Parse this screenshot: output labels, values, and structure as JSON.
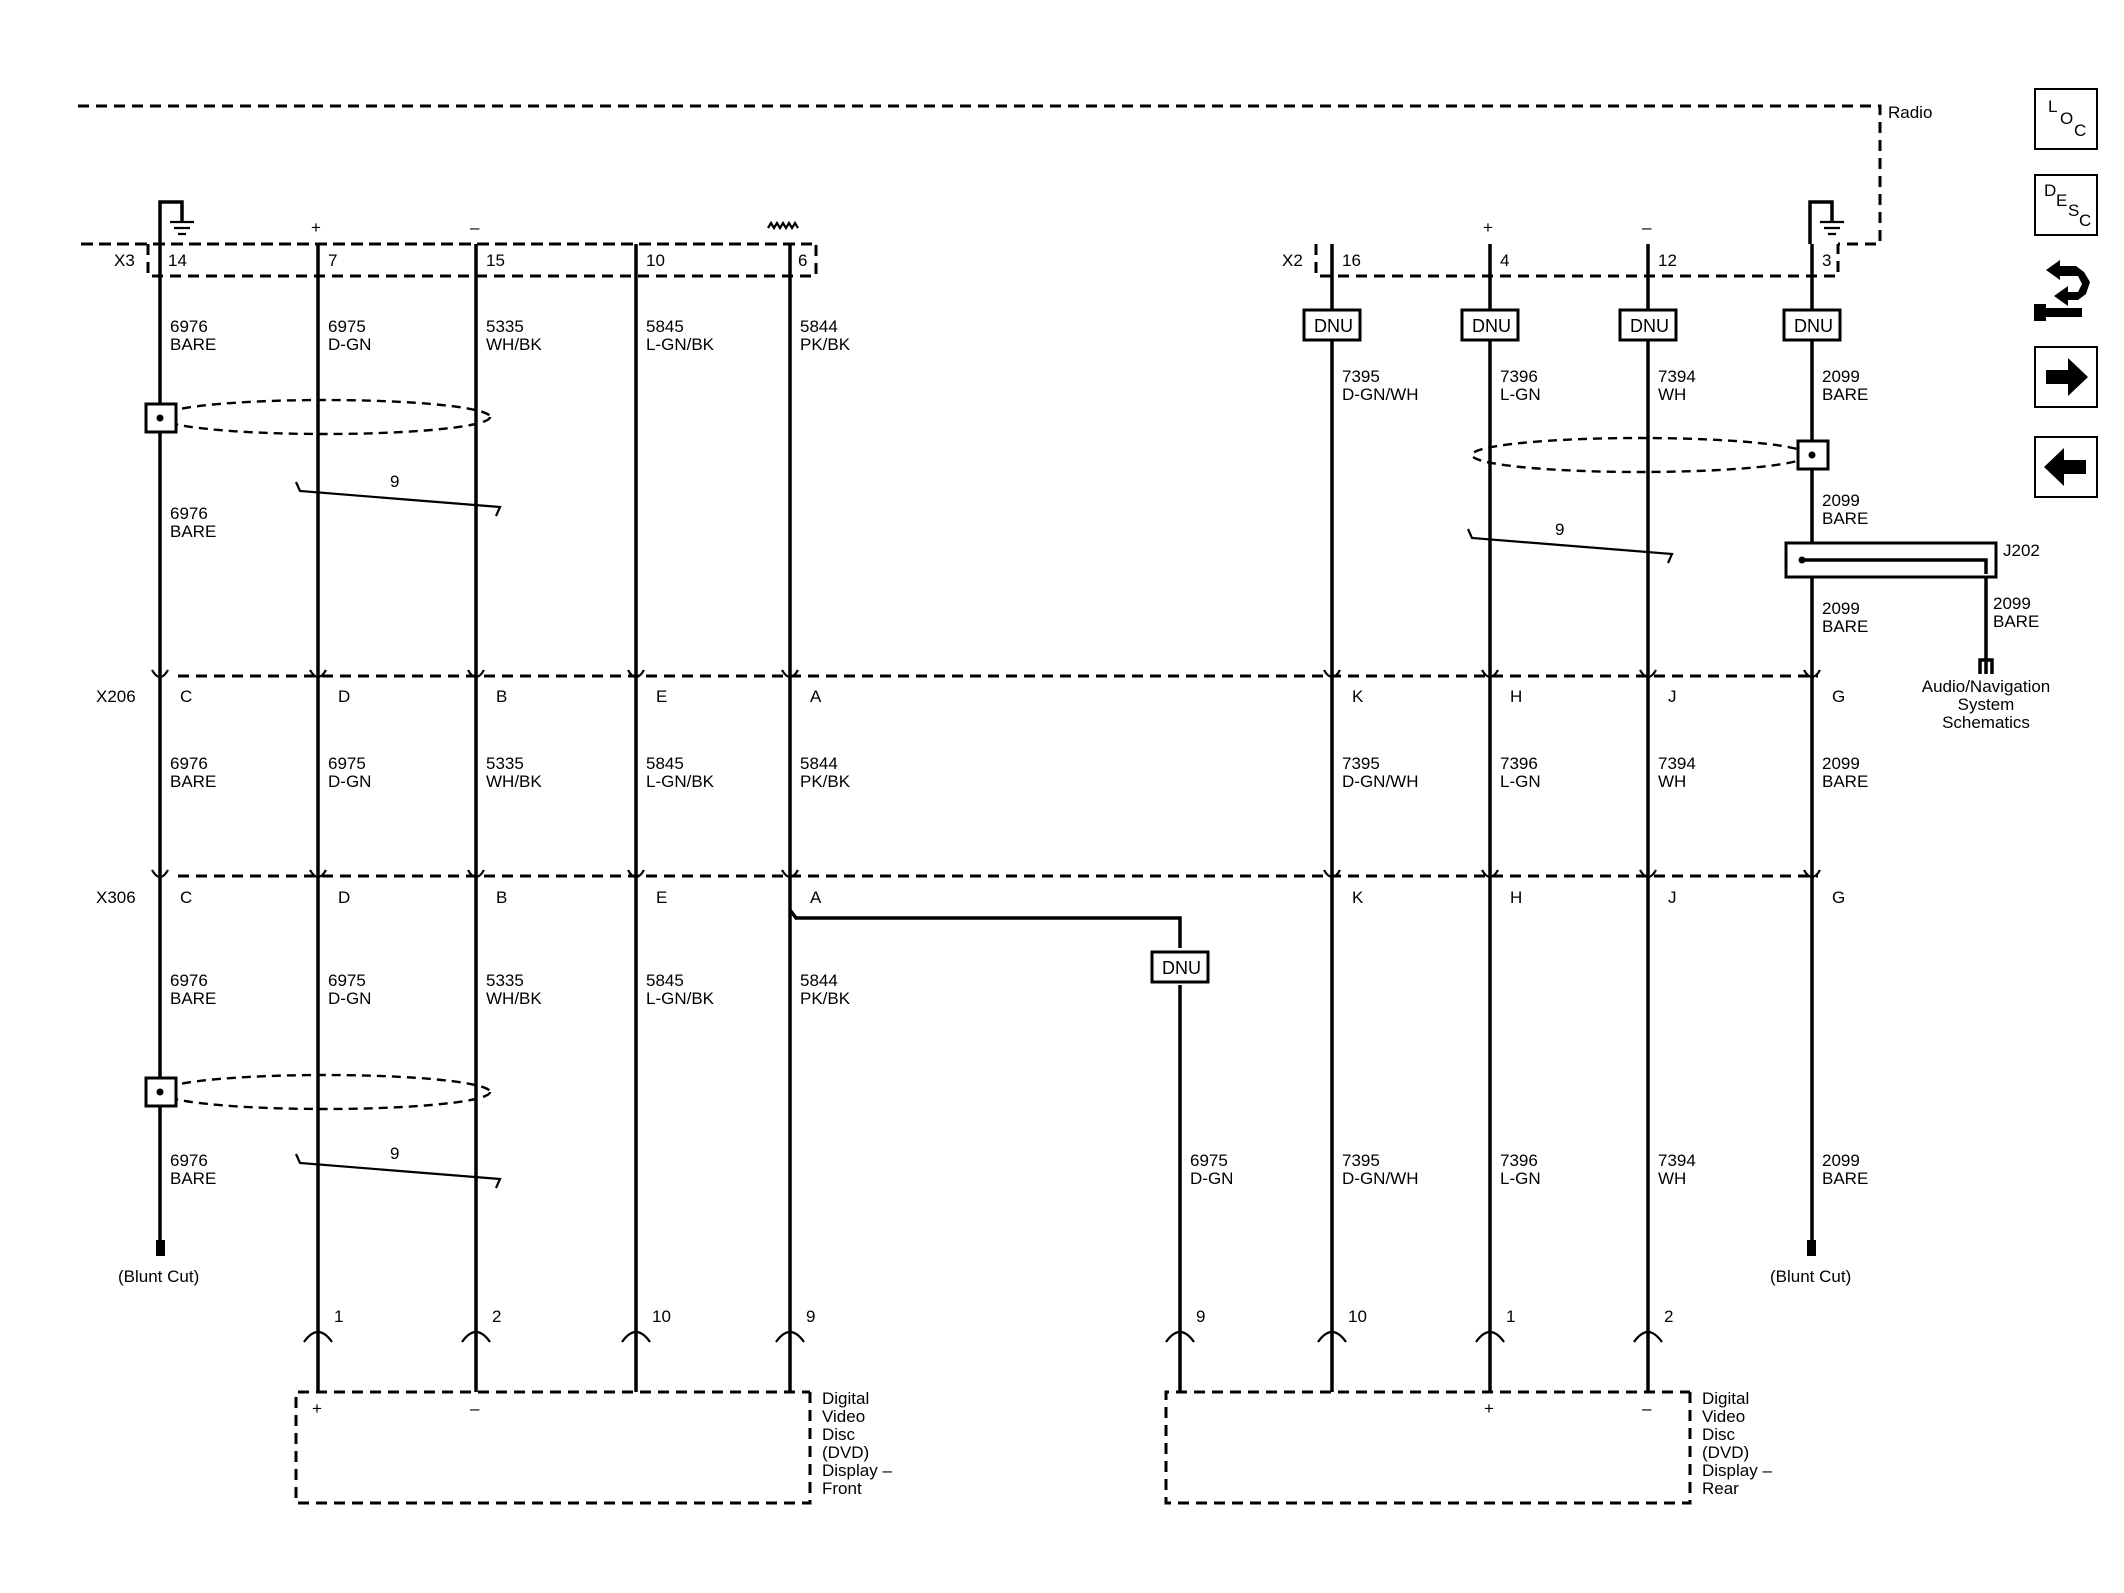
{
  "components": {
    "radio": "Radio",
    "dvd_front": [
      "Digital",
      "Video",
      "Disc",
      "(DVD)",
      "Display –",
      "Front"
    ],
    "dvd_rear": [
      "Digital",
      "Video",
      "Disc",
      "(DVD)",
      "Display –",
      "Rear"
    ],
    "splice": "J202",
    "reference": [
      "Audio/Navigation",
      "System",
      "Schematics"
    ]
  },
  "connectors": {
    "x3": "X3",
    "x2": "X2",
    "x206": "X206",
    "x306": "X306"
  },
  "dnu": "DNU",
  "blunt_cut": "(Blunt Cut)",
  "twist_count": "9",
  "polarity": {
    "plus": "+",
    "minus": "–"
  },
  "columns": [
    {
      "radio_pin": "14",
      "x206_pin": "C",
      "x306_pin": "C",
      "dvd_pin": "",
      "top": [
        "6976",
        "BARE"
      ],
      "top2": [
        "6976",
        "BARE"
      ],
      "mid": [
        "6976",
        "BARE"
      ],
      "bot": [
        "6976",
        "BARE"
      ],
      "bot2": [
        "6976",
        "BARE"
      ]
    },
    {
      "radio_pin": "7",
      "x206_pin": "D",
      "x306_pin": "D",
      "dvd_pin": "1",
      "top": [
        "6975",
        "D-GN"
      ],
      "mid": [
        "6975",
        "D-GN"
      ],
      "bot": [
        "6975",
        "D-GN"
      ]
    },
    {
      "radio_pin": "15",
      "x206_pin": "B",
      "x306_pin": "B",
      "dvd_pin": "2",
      "top": [
        "5335",
        "WH/BK"
      ],
      "mid": [
        "5335",
        "WH/BK"
      ],
      "bot": [
        "5335",
        "WH/BK"
      ]
    },
    {
      "radio_pin": "10",
      "x206_pin": "E",
      "x306_pin": "E",
      "dvd_pin": "10",
      "top": [
        "5845",
        "L-GN/BK"
      ],
      "mid": [
        "5845",
        "L-GN/BK"
      ],
      "bot": [
        "5845",
        "L-GN/BK"
      ]
    },
    {
      "radio_pin": "6",
      "x206_pin": "A",
      "x306_pin": "A",
      "dvd_pin": "9",
      "top": [
        "5844",
        "PK/BK"
      ],
      "mid": [
        "5844",
        "PK/BK"
      ],
      "bot": [
        "5844",
        "PK/BK"
      ]
    },
    {
      "dvd_pin": "9",
      "bot": [
        "6975",
        "D-GN"
      ]
    },
    {
      "radio_pin": "16",
      "x206_pin": "K",
      "x306_pin": "K",
      "dvd_pin": "10",
      "top": [
        "7395",
        "D-GN/WH"
      ],
      "mid": [
        "7395",
        "D-GN/WH"
      ],
      "bot": [
        "7395",
        "D-GN/WH"
      ]
    },
    {
      "radio_pin": "4",
      "x206_pin": "H",
      "x306_pin": "H",
      "dvd_pin": "1",
      "top": [
        "7396",
        "L-GN"
      ],
      "mid": [
        "7396",
        "L-GN"
      ],
      "bot": [
        "7396",
        "L-GN"
      ]
    },
    {
      "radio_pin": "12",
      "x206_pin": "J",
      "x306_pin": "J",
      "dvd_pin": "2",
      "top": [
        "7394",
        "WH"
      ],
      "mid": [
        "7394",
        "WH"
      ],
      "bot": [
        "7394",
        "WH"
      ]
    },
    {
      "radio_pin": "3",
      "x206_pin": "G",
      "x306_pin": "G",
      "top": [
        "2099",
        "BARE"
      ],
      "top2": [
        "2099",
        "BARE"
      ],
      "top3": [
        "2099",
        "BARE"
      ],
      "mid": [
        "2099",
        "BARE"
      ],
      "bot": [
        "2099",
        "BARE"
      ],
      "branch": [
        "2099",
        "BARE"
      ]
    }
  ],
  "nav": [
    {
      "name": "loc",
      "letters": [
        "L",
        "O",
        "C"
      ]
    },
    {
      "name": "desc",
      "letters": [
        "D",
        "E",
        "S",
        "C"
      ]
    },
    {
      "name": "connector-end-view"
    },
    {
      "name": "next"
    },
    {
      "name": "previous"
    }
  ]
}
